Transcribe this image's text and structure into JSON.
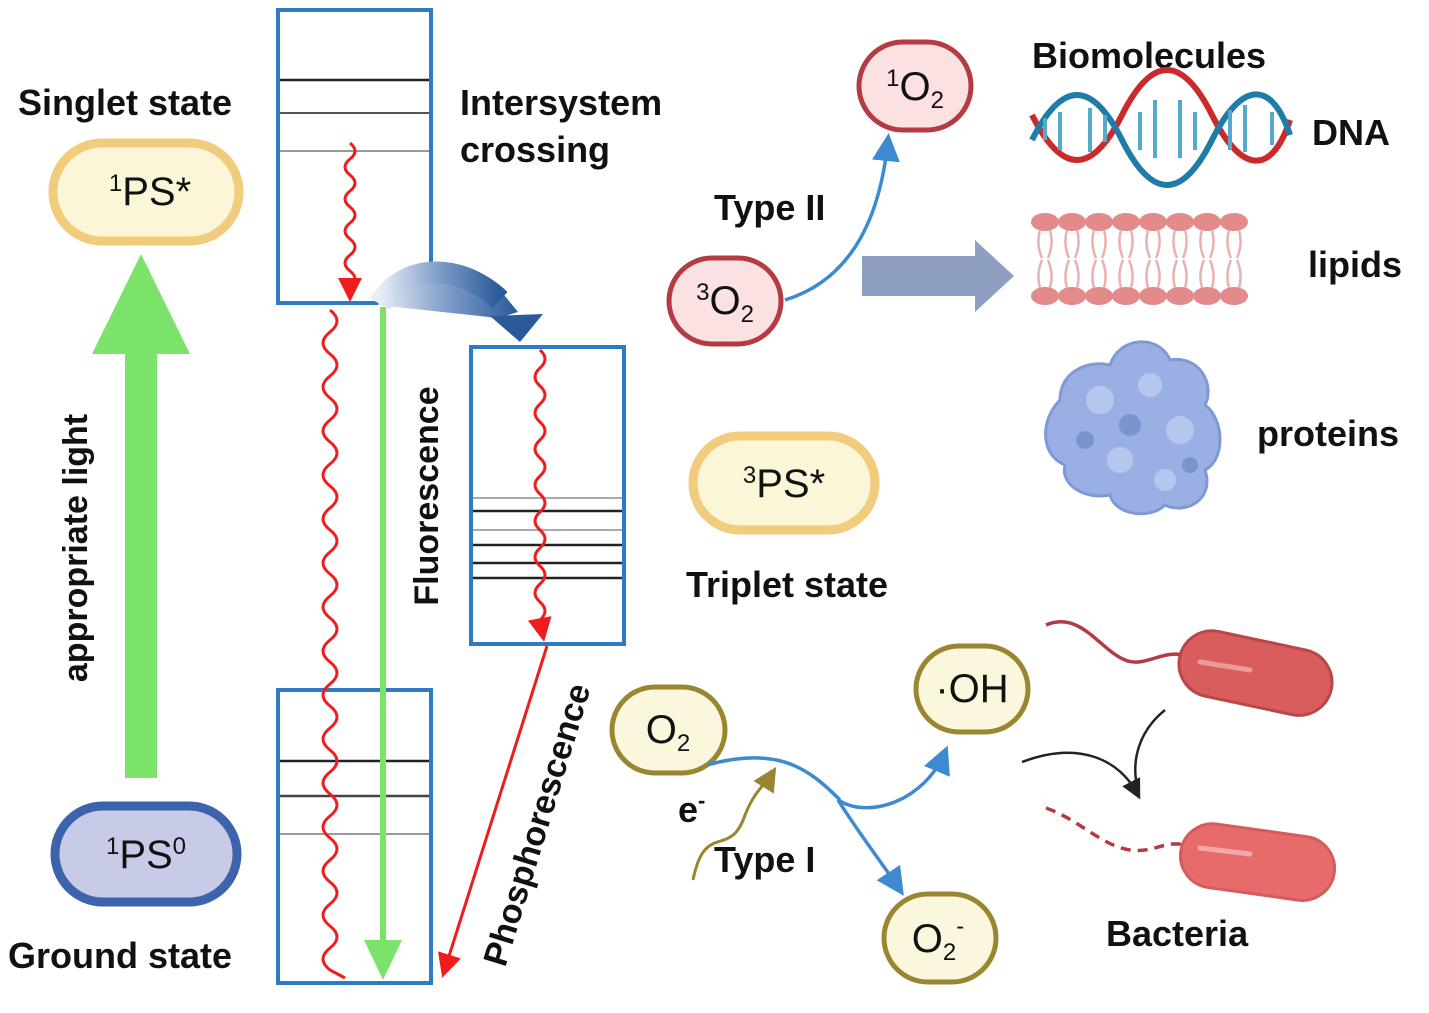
{
  "labels": {
    "singlet_state": "Singlet state",
    "ground_state": "Ground state",
    "appropriate_light": "appropriate light",
    "intersystem_crossing_1": "Intersystem",
    "intersystem_crossing_2": "crossing",
    "fluorescence": "Fluorescence",
    "phosphorescence": "Phosphorescence",
    "triplet_state": "Triplet state",
    "type_ii": "Type II",
    "type_i": "Type I",
    "electron": "e",
    "electron_sup": "-",
    "biomolecules": "Biomolecules",
    "dna": "DNA",
    "lipids": "lipids",
    "proteins": "proteins",
    "bacteria": "Bacteria"
  },
  "species": {
    "ps_singlet": {
      "sup": "1",
      "main": "PS*"
    },
    "ps_ground": {
      "sup": "1",
      "main": "PS",
      "sup2": "0"
    },
    "ps_triplet": {
      "sup": "3",
      "main": "PS*"
    },
    "singlet_oxygen": {
      "sup": "1",
      "main": "O",
      "sub": "2"
    },
    "triplet_oxygen": {
      "sup": "3",
      "main": "O",
      "sub": "2"
    },
    "oxygen": {
      "main": "O",
      "sub": "2"
    },
    "hydroxyl": {
      "main": "·OH"
    },
    "superoxide": {
      "main": "O",
      "sub": "2",
      "sup": "-"
    }
  },
  "colors": {
    "box_border": "#2f7ac2",
    "wavy": "#ee1c1c",
    "green_arrow": "#7be36a",
    "blue_arrow": "#3d8ad1",
    "pill_yellow_fill": "#fbf6d8",
    "pill_yellow_border": "#f2cc7d",
    "pill_blue_fill": "#c7cbe8",
    "pill_blue_border": "#3c63ab",
    "pill_red_fill": "#fbe1e1",
    "pill_red_border": "#b43a44",
    "pill_olive_fill": "#fbf7dc",
    "pill_olive_border": "#9a8530",
    "big_arrow": "#8e9fc1",
    "bacteria": "#d95d5d"
  }
}
